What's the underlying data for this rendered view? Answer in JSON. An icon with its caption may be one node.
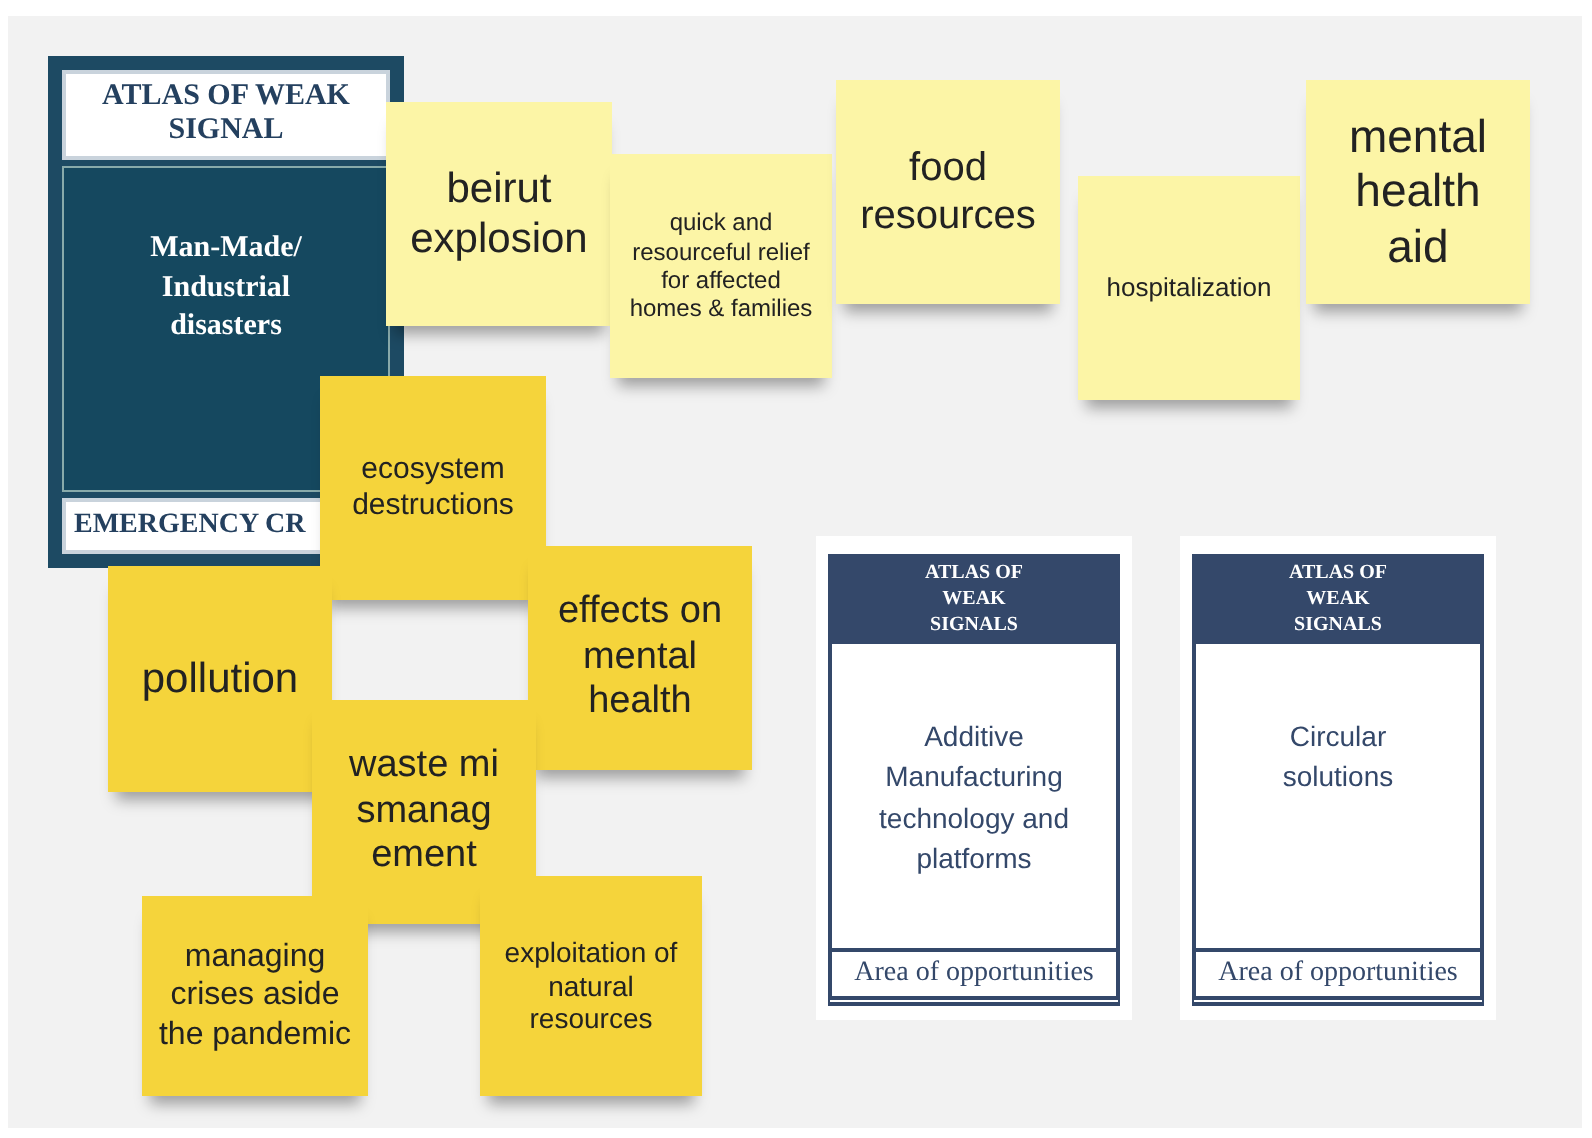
{
  "diagram": {
    "nodes": [
      {
        "text": [
          "ATLAS OF WEAK SIGNAL",
          "Man-Made/ Industrial disasters",
          "EMERGENCY CR"
        ]
      },
      {
        "text": [
          "beirut explosion"
        ]
      },
      {
        "text": [
          "quick and resourceful relief for affected homes & families"
        ]
      },
      {
        "text": [
          "food resources"
        ]
      },
      {
        "text": [
          "hospitalization"
        ]
      },
      {
        "text": [
          "mental health aid"
        ]
      },
      {
        "text": [
          "ecosystem destructions"
        ]
      },
      {
        "text": [
          "pollution"
        ]
      },
      {
        "text": [
          "effects on mental health"
        ]
      },
      {
        "text": [
          "waste mismanagement"
        ]
      },
      {
        "text": [
          "managing crises aside the pandemic"
        ]
      },
      {
        "text": [
          "exploitation of natural resources"
        ]
      },
      {
        "text": [
          "ATLAS OF WEAK SIGNALS",
          "Additive Manufacturing technology and platforms",
          "Area of opportunities"
        ]
      },
      {
        "text": [
          "ATLAS OF WEAK SIGNALS",
          "Circular solutions",
          "Area of opportunities"
        ]
      }
    ]
  }
}
